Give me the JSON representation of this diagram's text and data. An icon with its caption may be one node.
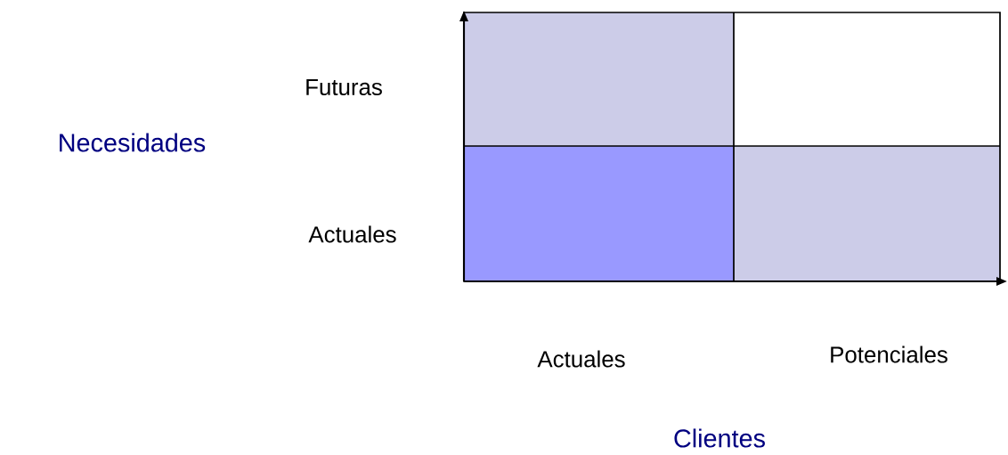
{
  "diagram": {
    "labels": [
      "Futuras",
      "Necesidades",
      "Actuales",
      "Actuales",
      "Potenciales",
      "Clientes"
    ]
  }
}
